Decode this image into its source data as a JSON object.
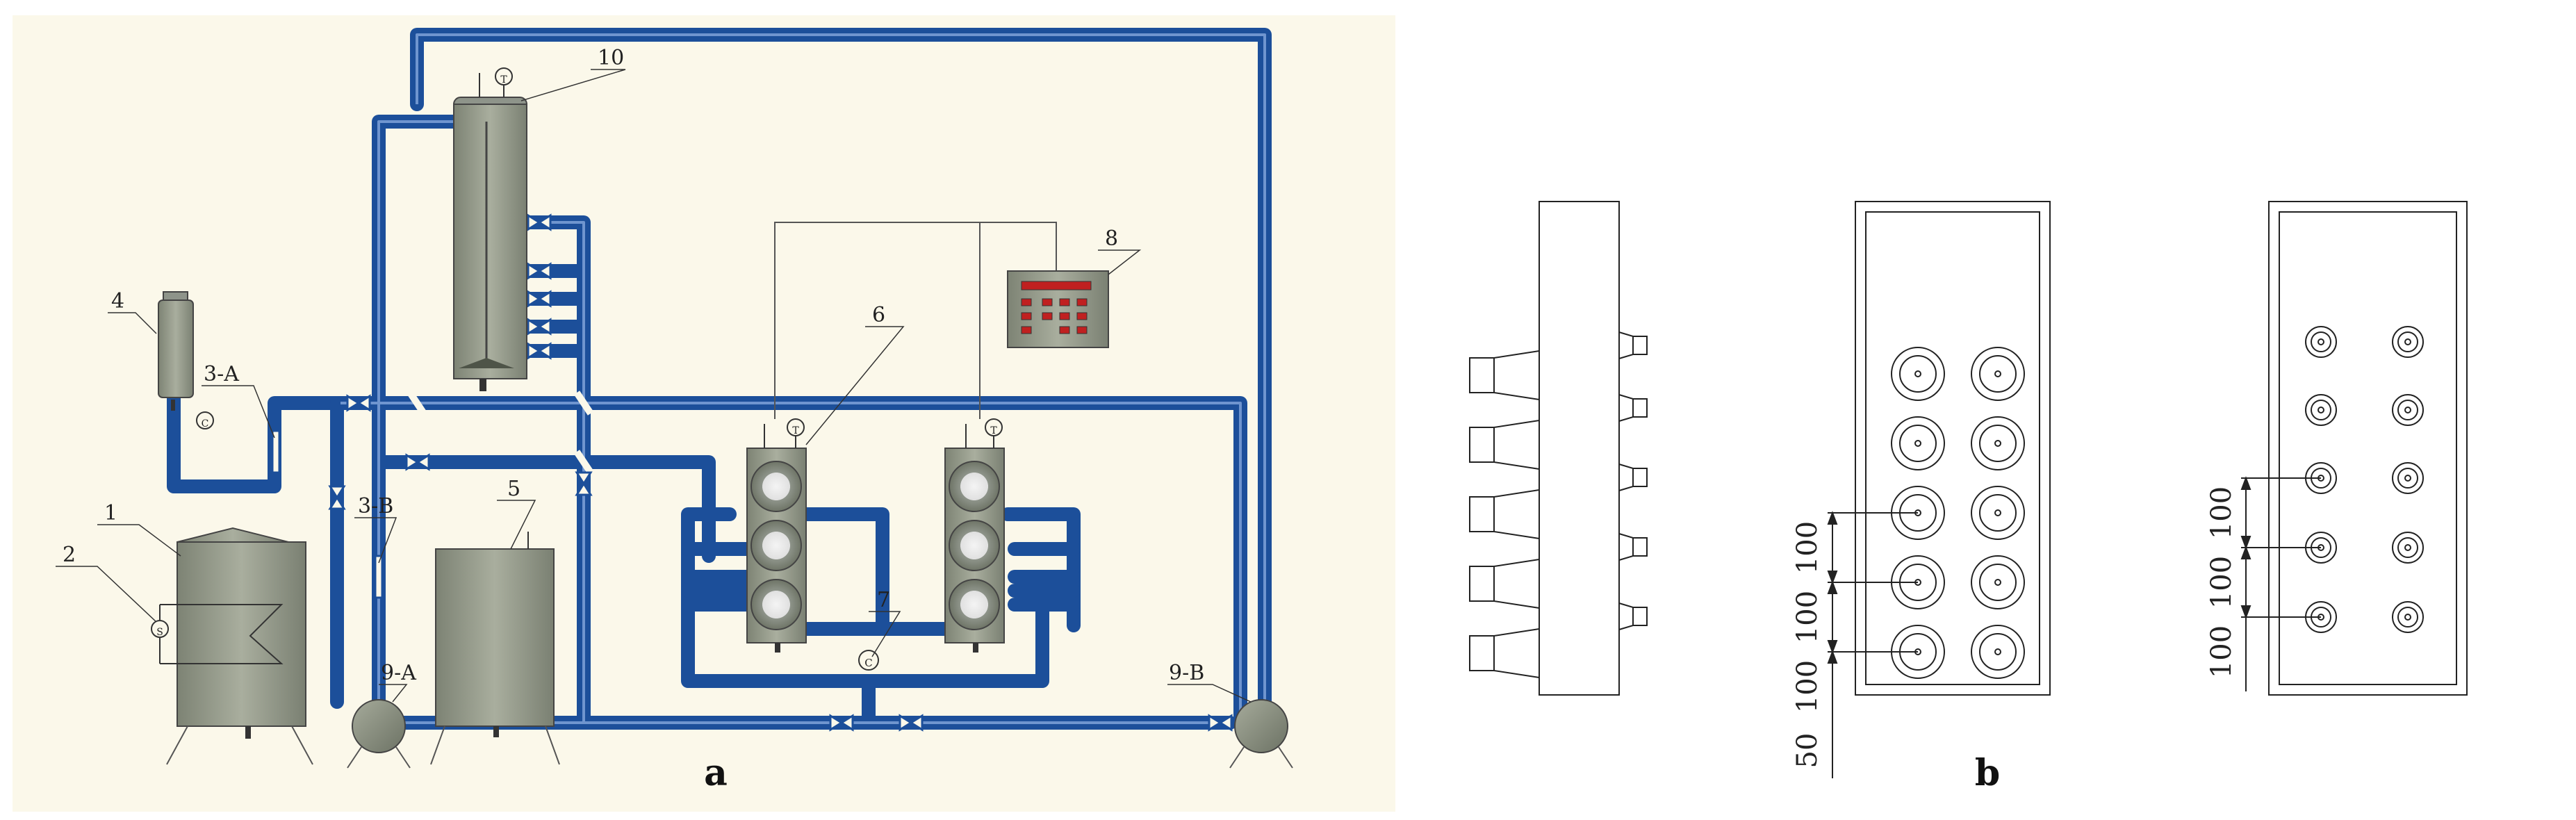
{
  "panel_a": {
    "caption": "a",
    "labels": {
      "l1": "1",
      "l2": "2",
      "l3a": "3-A",
      "l3b": "3-B",
      "l4": "4",
      "l5": "5",
      "l6": "6",
      "l7": "7",
      "l8": "8",
      "l9a": "9-A",
      "l9b": "9-B",
      "l10": "10"
    },
    "gauge_symbols": {
      "temp": "T",
      "conc": "C",
      "sal": "S"
    },
    "colors": {
      "background": "#fbf8ea",
      "pipe": "#1c4f9a",
      "pipe_light": "#6f95cf",
      "vessel": "#9aa08f",
      "vessel_dark": "#6e7466",
      "controller_screen": "#c02020"
    }
  },
  "panel_b": {
    "caption": "b",
    "dims_middle": [
      "100",
      "100",
      "100",
      "50"
    ],
    "dims_right": [
      "100",
      "100",
      "100"
    ]
  }
}
